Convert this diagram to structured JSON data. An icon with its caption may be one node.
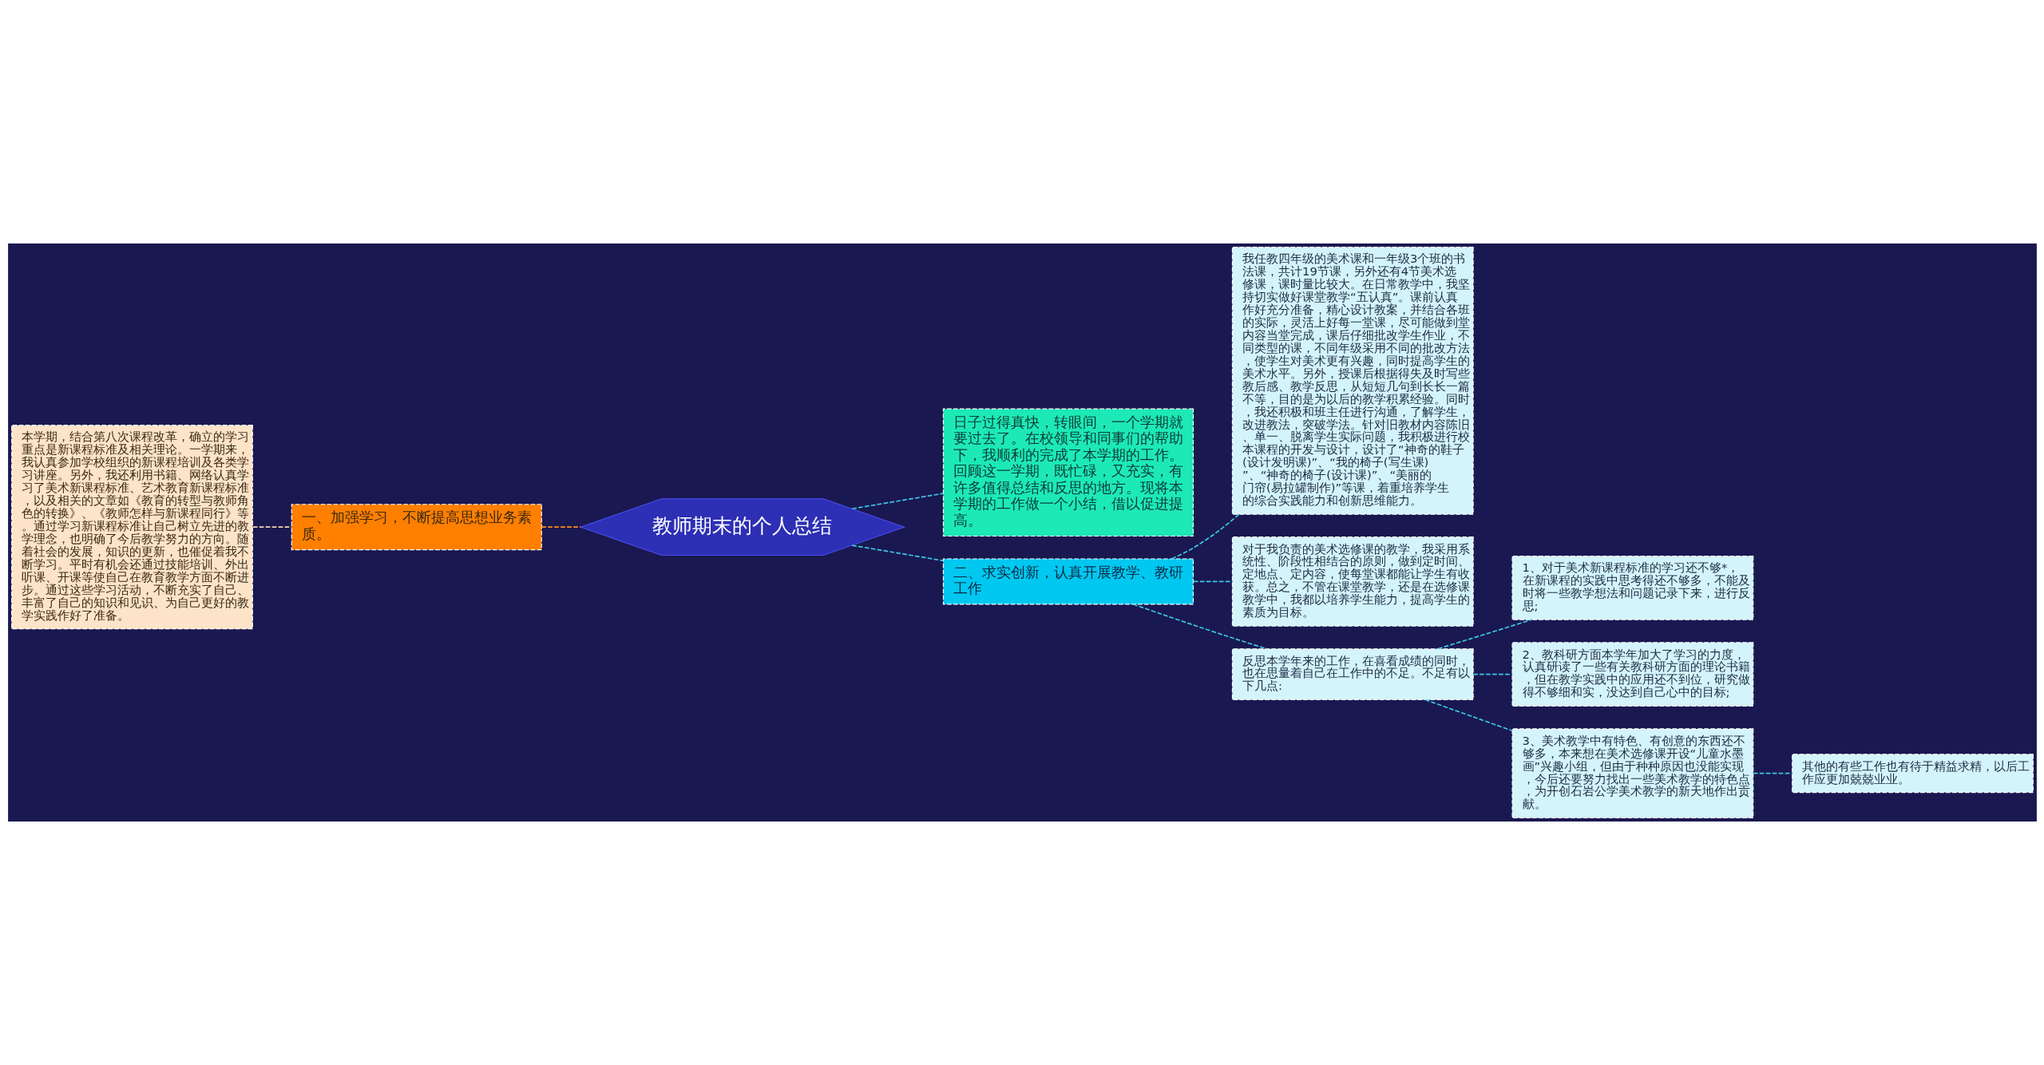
{
  "diagram": {
    "nodes": [
      {
        "text": [
          "教师期末的个人总结"
        ]
      },
      {
        "text": [
          "一、加强学习，不断提高思想业务素质。"
        ]
      },
      {
        "text": [
          "本学期，结合第八次课程改革，确立的学习重点是新课程标准及相关理论。一学期来，我认真参加学校组织的新课程培训及各类学习讲座。另外，我还利用书籍、网络认真学习了美术新课程标准、艺术教育新课程标准，以及相关的文章如《教育的转型与教师角色的转换》、《教师怎样与新课程同行》等。通过学习新课程标准让自己树立先进的教学理念，也明确了今后教学努力的方向。随着社会的发展，知识的更新，也催促着我不断学习。平时有机会还通过技能培训、外出听课、开课等使自己在教育教学方面不断进步。通过这些学习活动，不断充实了自己、丰富了自己的知识和见识、为自己更好的教学实践作好了准备。"
        ]
      },
      {
        "text": [
          "日子过得真快，转眼间，一个学期就要过去了。在校领导和同事们的帮助下，我顺利的完成了本学期的工作。回顾这一学期，既忙碌，又充实，有许多值得总结和反思的地方。现将本学期的工作做一个小结，借以促进提高。"
        ]
      },
      {
        "text": [
          "二、求实创新，认真开展教学、教研工作"
        ]
      },
      {
        "text": [
          "我任教四年级的美术课和一年级3个班的书法课，共计19节课，另外还有4节美术选修课，课时量比较大。在日常教学中，我坚持切实做好课堂教学“五认真”。课前认真作好充分准备，精心设计教案，并结合各班的实际，灵活上好每一堂课，尽可能做到堂内容当堂完成，课后仔细批改学生作业，不同类型的课，不同年级采用不同的批改方法，使学生对美术更有兴趣，同时提高学生的美术水平。另外，授课后根据得失及时写些教后感、教学反思，从短短几句到长长一篇不等，目的是为以后的教学积累经验。同时，我还积极和班主任进行沟通，了解学生，改进教法，突破学法。针对旧教材内容陈旧、单一、脱离学生实际问题，我积极进行校本课程的开发与设计，设计了“神奇的鞋子(设计发明课)”、“我的椅子(写生课)”、“神奇的椅子(设计课)”、“美丽的门帘(易拉罐制作)”等课，着重培养学生的综合实践能力和创新思维能力。"
        ]
      },
      {
        "text": [
          "对于我负责的美术选修课的教学，我采用系统性、阶段性相结合的原则，做到定时间、定地点、定内容，使每堂课都能让学生有收获。总之，不管在课堂教学，还是在选修课教学中，我都以培养学生能力，提高学生的素质为目标。"
        ]
      },
      {
        "text": [
          "反思本学年来的工作，在喜看成绩的同时，也在思量着自己在工作中的不足。不足有以下几点:"
        ]
      },
      {
        "text": [
          "1、对于美术新课程标准的学习还不够*，在新课程的实践中思考得还不够多，不能及时将一些教学想法和问题记录下来，进行反思;"
        ]
      },
      {
        "text": [
          "2、教科研方面本学年加大了学习的力度，认真研读了一些有关教科研方面的理论书籍，但在教学实践中的应用还不到位，研究做得不够细和实，没达到自己心中的目标;"
        ]
      },
      {
        "text": [
          "3、美术教学中有特色、有创意的东西还不够多，本来想在美术选修课开设“儿童水墨画”兴趣小组，但由于种种原因也没能实现，今后还要努力找出一些美术教学的特色点，为开创石岩公学美术教学的新天地作出贡献。"
        ]
      },
      {
        "text": [
          "其他的有些工作也有待于精益求精，以后工作应更加兢兢业业。"
        ]
      }
    ],
    "edges": [
      {
        "from": 1,
        "to": 0,
        "arrow": "none",
        "style": "dashed",
        "color": "#ff8a1c"
      },
      {
        "from": 2,
        "to": 1,
        "arrow": "none",
        "style": "dashed",
        "color": "#f3d6b4"
      },
      {
        "from": 0,
        "to": 3,
        "arrow": "none",
        "style": "dashed"
      },
      {
        "from": 0,
        "to": 4,
        "arrow": "none",
        "style": "dashed"
      },
      {
        "from": 4,
        "to": 5,
        "arrow": "none",
        "style": "dashed"
      },
      {
        "from": 4,
        "to": 6,
        "arrow": "none",
        "style": "dashed"
      },
      {
        "from": 4,
        "to": 7,
        "arrow": "none",
        "style": "dashed"
      },
      {
        "from": 7,
        "to": 8,
        "arrow": "none",
        "style": "dashed"
      },
      {
        "from": 7,
        "to": 9,
        "arrow": "none",
        "style": "dashed"
      },
      {
        "from": 7,
        "to": 10,
        "arrow": "none",
        "style": "dashed"
      },
      {
        "from": 10,
        "to": 11,
        "arrow": "none",
        "style": "dashed"
      }
    ]
  }
}
